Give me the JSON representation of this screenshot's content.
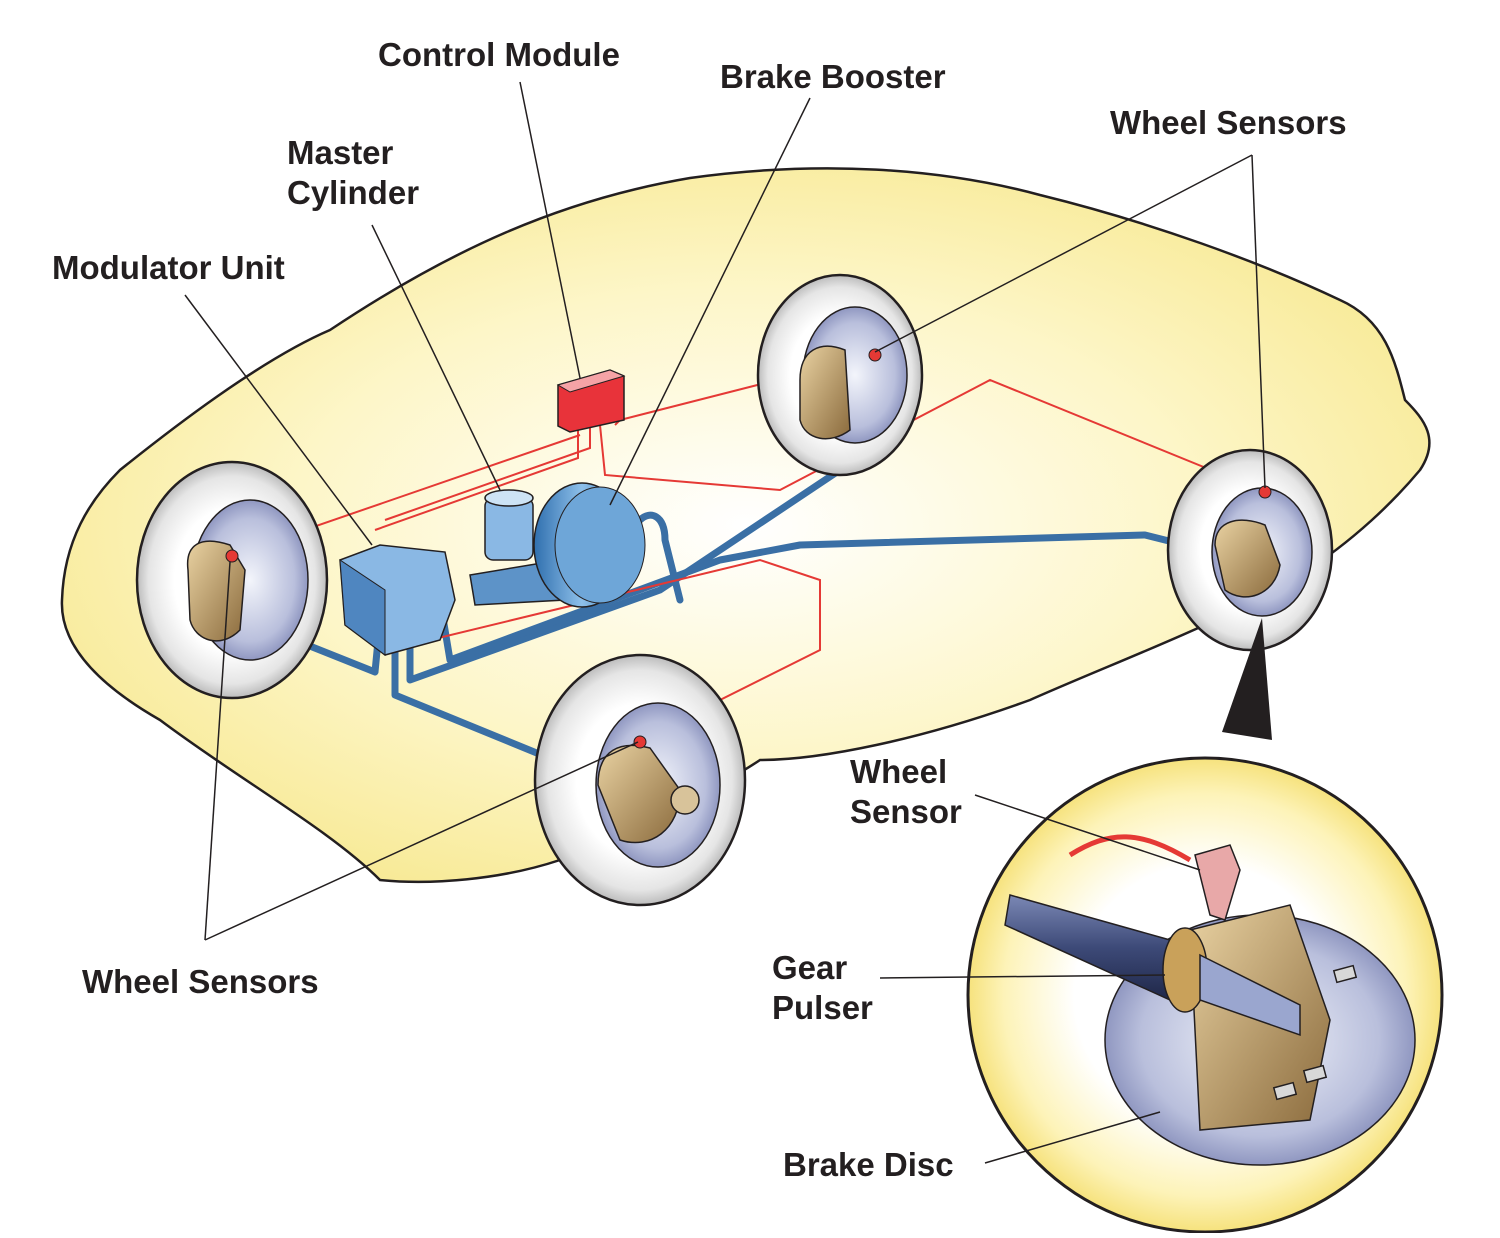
{
  "labels": {
    "control_module": "Control Module",
    "brake_booster": "Brake Booster",
    "master_cylinder": [
      "Master",
      "Cylinder"
    ],
    "modulator_unit": "Modulator Unit",
    "wheel_sensors_top": "Wheel Sensors",
    "wheel_sensors_bottom": "Wheel Sensors",
    "wheel_sensor_detail": [
      "Wheel",
      "Sensor"
    ],
    "gear_pulser": [
      "Gear",
      "Pulser"
    ],
    "brake_disc": "Brake Disc"
  },
  "colors": {
    "car_body": "#fbf0a8",
    "car_outline": "#231f20",
    "hydraulic_line": "#4a84b8",
    "sensor_wire": "#e53935",
    "control_module": "#e8333a",
    "tire": "#d9d9d9",
    "caliper": "#a8875a"
  }
}
